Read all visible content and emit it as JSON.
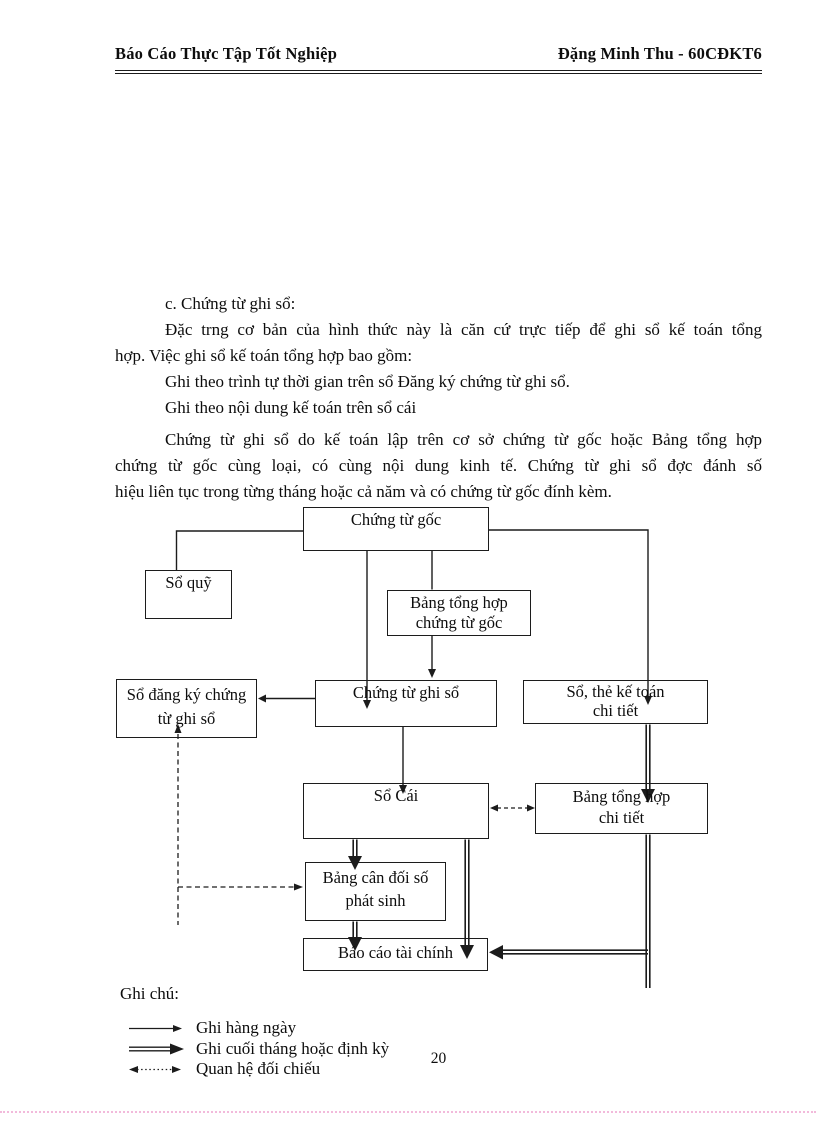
{
  "page": {
    "number": "20"
  },
  "header": {
    "left": "Báo Cáo Thực Tập Tốt Nghiệp",
    "right": "Đặng Minh Thu - 60CĐKT6"
  },
  "body": {
    "lines": [
      "c. Chứng từ ghi sổ:",
      "Đặc trng  cơ bản của hình thức này là căn cứ trực tiếp để ghi sổ kế toán tổng",
      "hợp. Việc ghi sổ kế toán tổng hợp bao gồm:",
      "Ghi theo trình tự thời gian trên sổ Đăng ký chứng từ ghi sổ.",
      "Ghi theo nội dung kế toán trên sổ cái",
      "Chứng từ ghi sổ do kế toán lập trên cơ sở chứng từ gốc hoặc Bảng tổng hợp",
      "chứng từ gốc cùng loại, có cùng nội dung kinh tế. Chứng từ ghi sổ đợc  đánh số",
      "hiệu liên tục trong từng tháng hoặc cả năm và có chứng từ gốc đính kèm."
    ]
  },
  "diagram": {
    "boxes": {
      "chung_tu_goc": {
        "label": "Chứng từ gốc"
      },
      "so_quy": {
        "label": "Sổ quỹ"
      },
      "bang_tong_hop_chung_tu_goc": {
        "label1": "Bảng tổng hợp",
        "label2": "chứng từ gốc"
      },
      "so_dang_ky_chung_tu_ghi_so": {
        "label1": "Sổ đăng ký chứng",
        "label2": "từ ghi sổ"
      },
      "chung_tu_ghi_so": {
        "label": "Chứng từ ghi sổ"
      },
      "so_the_ke_toan_chi_tiet": {
        "label1": "Sổ, thẻ kế toán",
        "label2": "chi tiết"
      },
      "so_cai": {
        "label": "Sổ Cái"
      },
      "bang_tong_hop_chi_tiet": {
        "label1": "Bảng tổng hợp",
        "label2": "chi tiết"
      },
      "bang_can_doi_so_phat_sinh": {
        "label1": "Bảng cân đối số",
        "label2": "phát sinh"
      },
      "bao_cao_tai_chinh": {
        "label": "Báo cáo tài chính"
      }
    }
  },
  "legend": {
    "title": "Ghi chú:",
    "items": [
      {
        "icon": "single-arrow",
        "label": "Ghi hàng ngày"
      },
      {
        "icon": "double-line-arrow",
        "label": "Ghi cuối tháng hoặc định kỳ"
      },
      {
        "icon": "dotted-double-arrow",
        "label": "Quan hệ đối chiếu"
      }
    ]
  },
  "colors": {
    "ink": "#1c1c1c",
    "text": "#0d0d0d",
    "page_background": "#ffffff",
    "bottom_guide_dots": "#f2badb"
  }
}
